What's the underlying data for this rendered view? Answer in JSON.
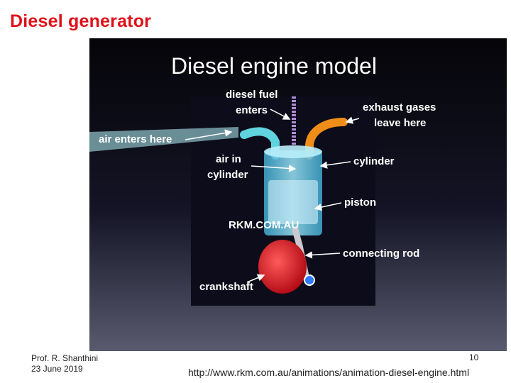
{
  "slide": {
    "title": "Diesel generator",
    "author": "Prof. R. Shanthini",
    "date": "23 June 2019",
    "page_number": "10",
    "source_url": "http://www.rkm.com.au/animations/animation-diesel-engine.html"
  },
  "figure": {
    "heading": "Diesel engine model",
    "watermark": "RKM.COM.AU",
    "labels": {
      "fuel_line1": "diesel fuel",
      "fuel_line2": "enters",
      "exhaust_line1": "exhaust gases",
      "exhaust_line2": "leave here",
      "air_enters": "air enters here",
      "air_in_line1": "air in",
      "air_in_line2": "cylinder",
      "cylinder": "cylinder",
      "piston": "piston",
      "connecting_rod": "connecting rod",
      "crankshaft": "crankshaft"
    }
  },
  "colors": {
    "title": "#e0101a",
    "figure_background": "#0b0b16",
    "cylinder": "#79d8f2",
    "exhaust_pipe": "#f08c18",
    "crankshaft": "#e0141c"
  }
}
